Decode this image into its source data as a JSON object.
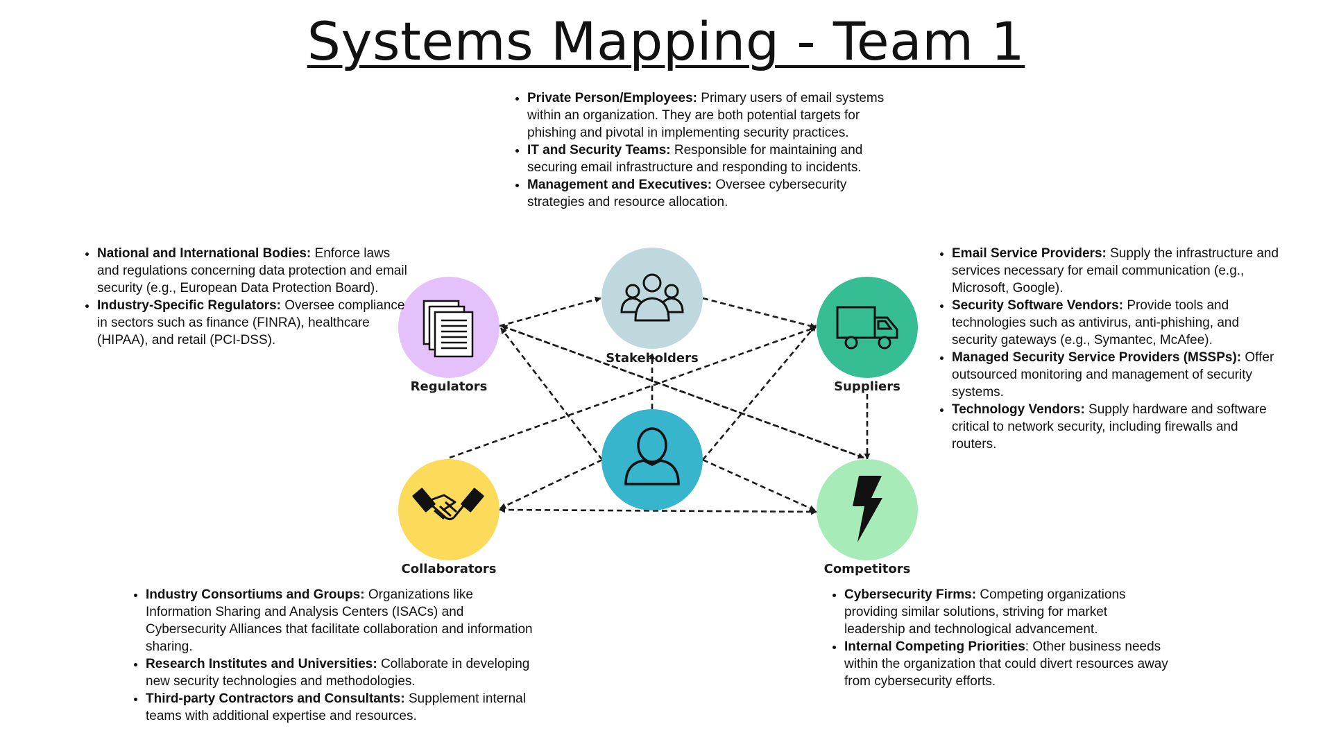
{
  "title": "Systems Mapping - Team 1",
  "colors": {
    "regulators": "#e5c1fb",
    "stakeholders": "#bfd8de",
    "suppliers": "#36bd94",
    "center": "#36b5cd",
    "collaborators": "#fcdb5a",
    "competitors": "#a6ebb8",
    "arrow": "#1a1a1a"
  },
  "nodes": {
    "regulators": {
      "label": "Regulators",
      "icon": "document-stack-icon"
    },
    "stakeholders": {
      "label": "Stakeholders",
      "icon": "group-people-icon"
    },
    "suppliers": {
      "label": "Suppliers",
      "icon": "delivery-truck-icon"
    },
    "center": {
      "label": "",
      "icon": "person-icon"
    },
    "collaborators": {
      "label": "Collaborators",
      "icon": "handshake-icon"
    },
    "competitors": {
      "label": "Competitors",
      "icon": "lightning-bolt-icon"
    }
  },
  "stakeholders": [
    {
      "term": "Private Person/Employees:",
      "text": " Primary users of email systems within an organization. They are both potential targets for phishing and pivotal in implementing security practices."
    },
    {
      "term": "IT and Security Teams:",
      "text": " Responsible for maintaining and securing email infrastructure and responding to incidents."
    },
    {
      "term": "Management and Executives:",
      "text": " Oversee cybersecurity strategies and resource allocation."
    }
  ],
  "regulators": [
    {
      "term": "National and International Bodies:",
      "text": " Enforce laws and regulations concerning data protection and email security (e.g.,  European Data Protection Board)."
    },
    {
      "term": "Industry-Specific Regulators:",
      "text": " Oversee compliance in sectors such as finance (FINRA), healthcare (HIPAA), and retail (PCI-DSS)."
    }
  ],
  "suppliers": [
    {
      "term": "Email Service Providers:",
      "text": " Supply the infrastructure and services necessary for email communication (e.g., Microsoft, Google)."
    },
    {
      "term": "Security Software Vendors:",
      "text": " Provide tools and technologies such as antivirus, anti-phishing, and security gateways (e.g., Symantec, McAfee)."
    },
    {
      "term": "Managed Security Service Providers (MSSPs):",
      "text": " Offer outsourced monitoring and management of security systems."
    },
    {
      "term": "Technology Vendors:",
      "text": " Supply hardware and software critical to network security, including firewalls and routers."
    }
  ],
  "collaborators": [
    {
      "term": "Industry Consortiums and Groups:",
      "text": " Organizations like Information Sharing and Analysis Centers (ISACs) and Cybersecurity Alliances that facilitate collaboration and information sharing."
    },
    {
      "term": "Research Institutes and Universities:",
      "text": " Collaborate in developing new security technologies and methodologies."
    },
    {
      "term": "Third-party Contractors and Consultants:",
      "text": " Supplement internal teams with additional expertise and resources."
    }
  ],
  "competitors": [
    {
      "term": "Cybersecurity Firms:",
      "text": " Competing organizations providing similar solutions, striving for market leadership and technological advancement."
    },
    {
      "term": "Internal Competing Priorities",
      "text": ": Other business needs within the organization that could divert resources away from cybersecurity efforts."
    }
  ]
}
